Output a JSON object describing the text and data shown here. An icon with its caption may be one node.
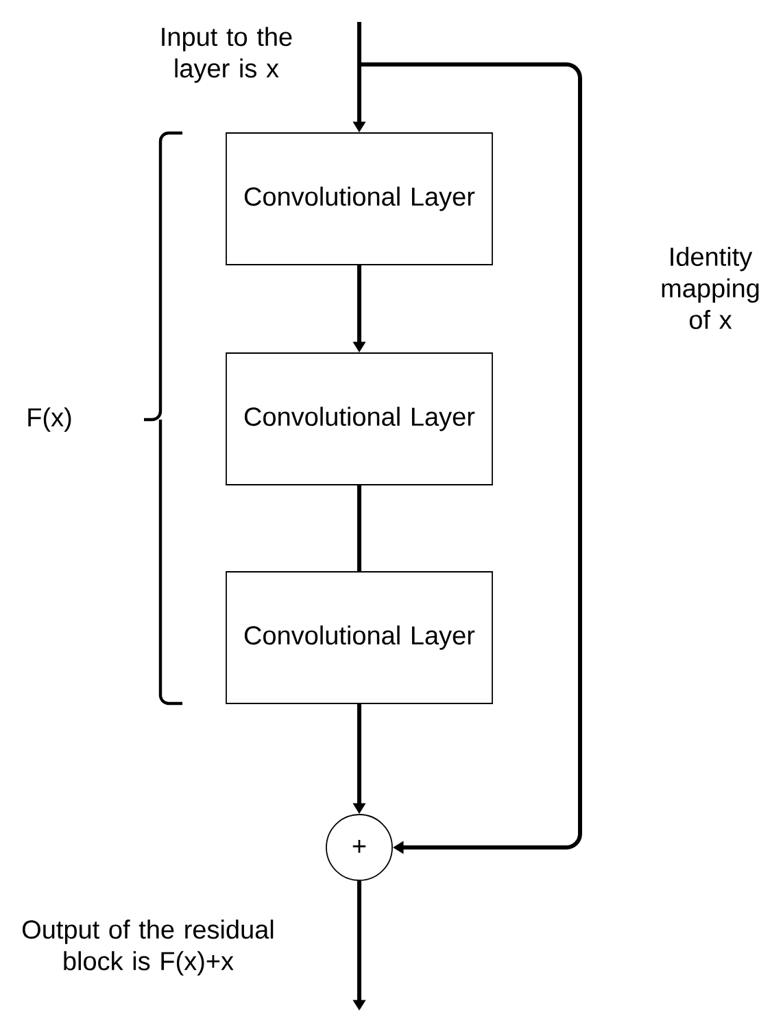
{
  "diagram": {
    "nodes": [
      {
        "text": [
          "Convolutional Layer"
        ]
      },
      {
        "text": [
          "Convolutional Layer"
        ]
      },
      {
        "text": [
          "Convolutional Layer"
        ]
      },
      {
        "text": [
          "+"
        ]
      }
    ],
    "edges": [
      {
        "from": null,
        "to": 0,
        "arrow": "to"
      },
      {
        "from": 0,
        "to": 1,
        "arrow": "to"
      },
      {
        "from": 1,
        "to": 2,
        "arrow": "none"
      },
      {
        "from": 2,
        "to": 3,
        "arrow": "to"
      },
      {
        "from": null,
        "to": 3,
        "arrow": "to"
      },
      {
        "from": 3,
        "to": null,
        "arrow": "to"
      }
    ],
    "labels": [
      "Input to the layer is x",
      "Identity mapping of x",
      "F(x)",
      "Output of the residual block is F(x)+x"
    ]
  }
}
